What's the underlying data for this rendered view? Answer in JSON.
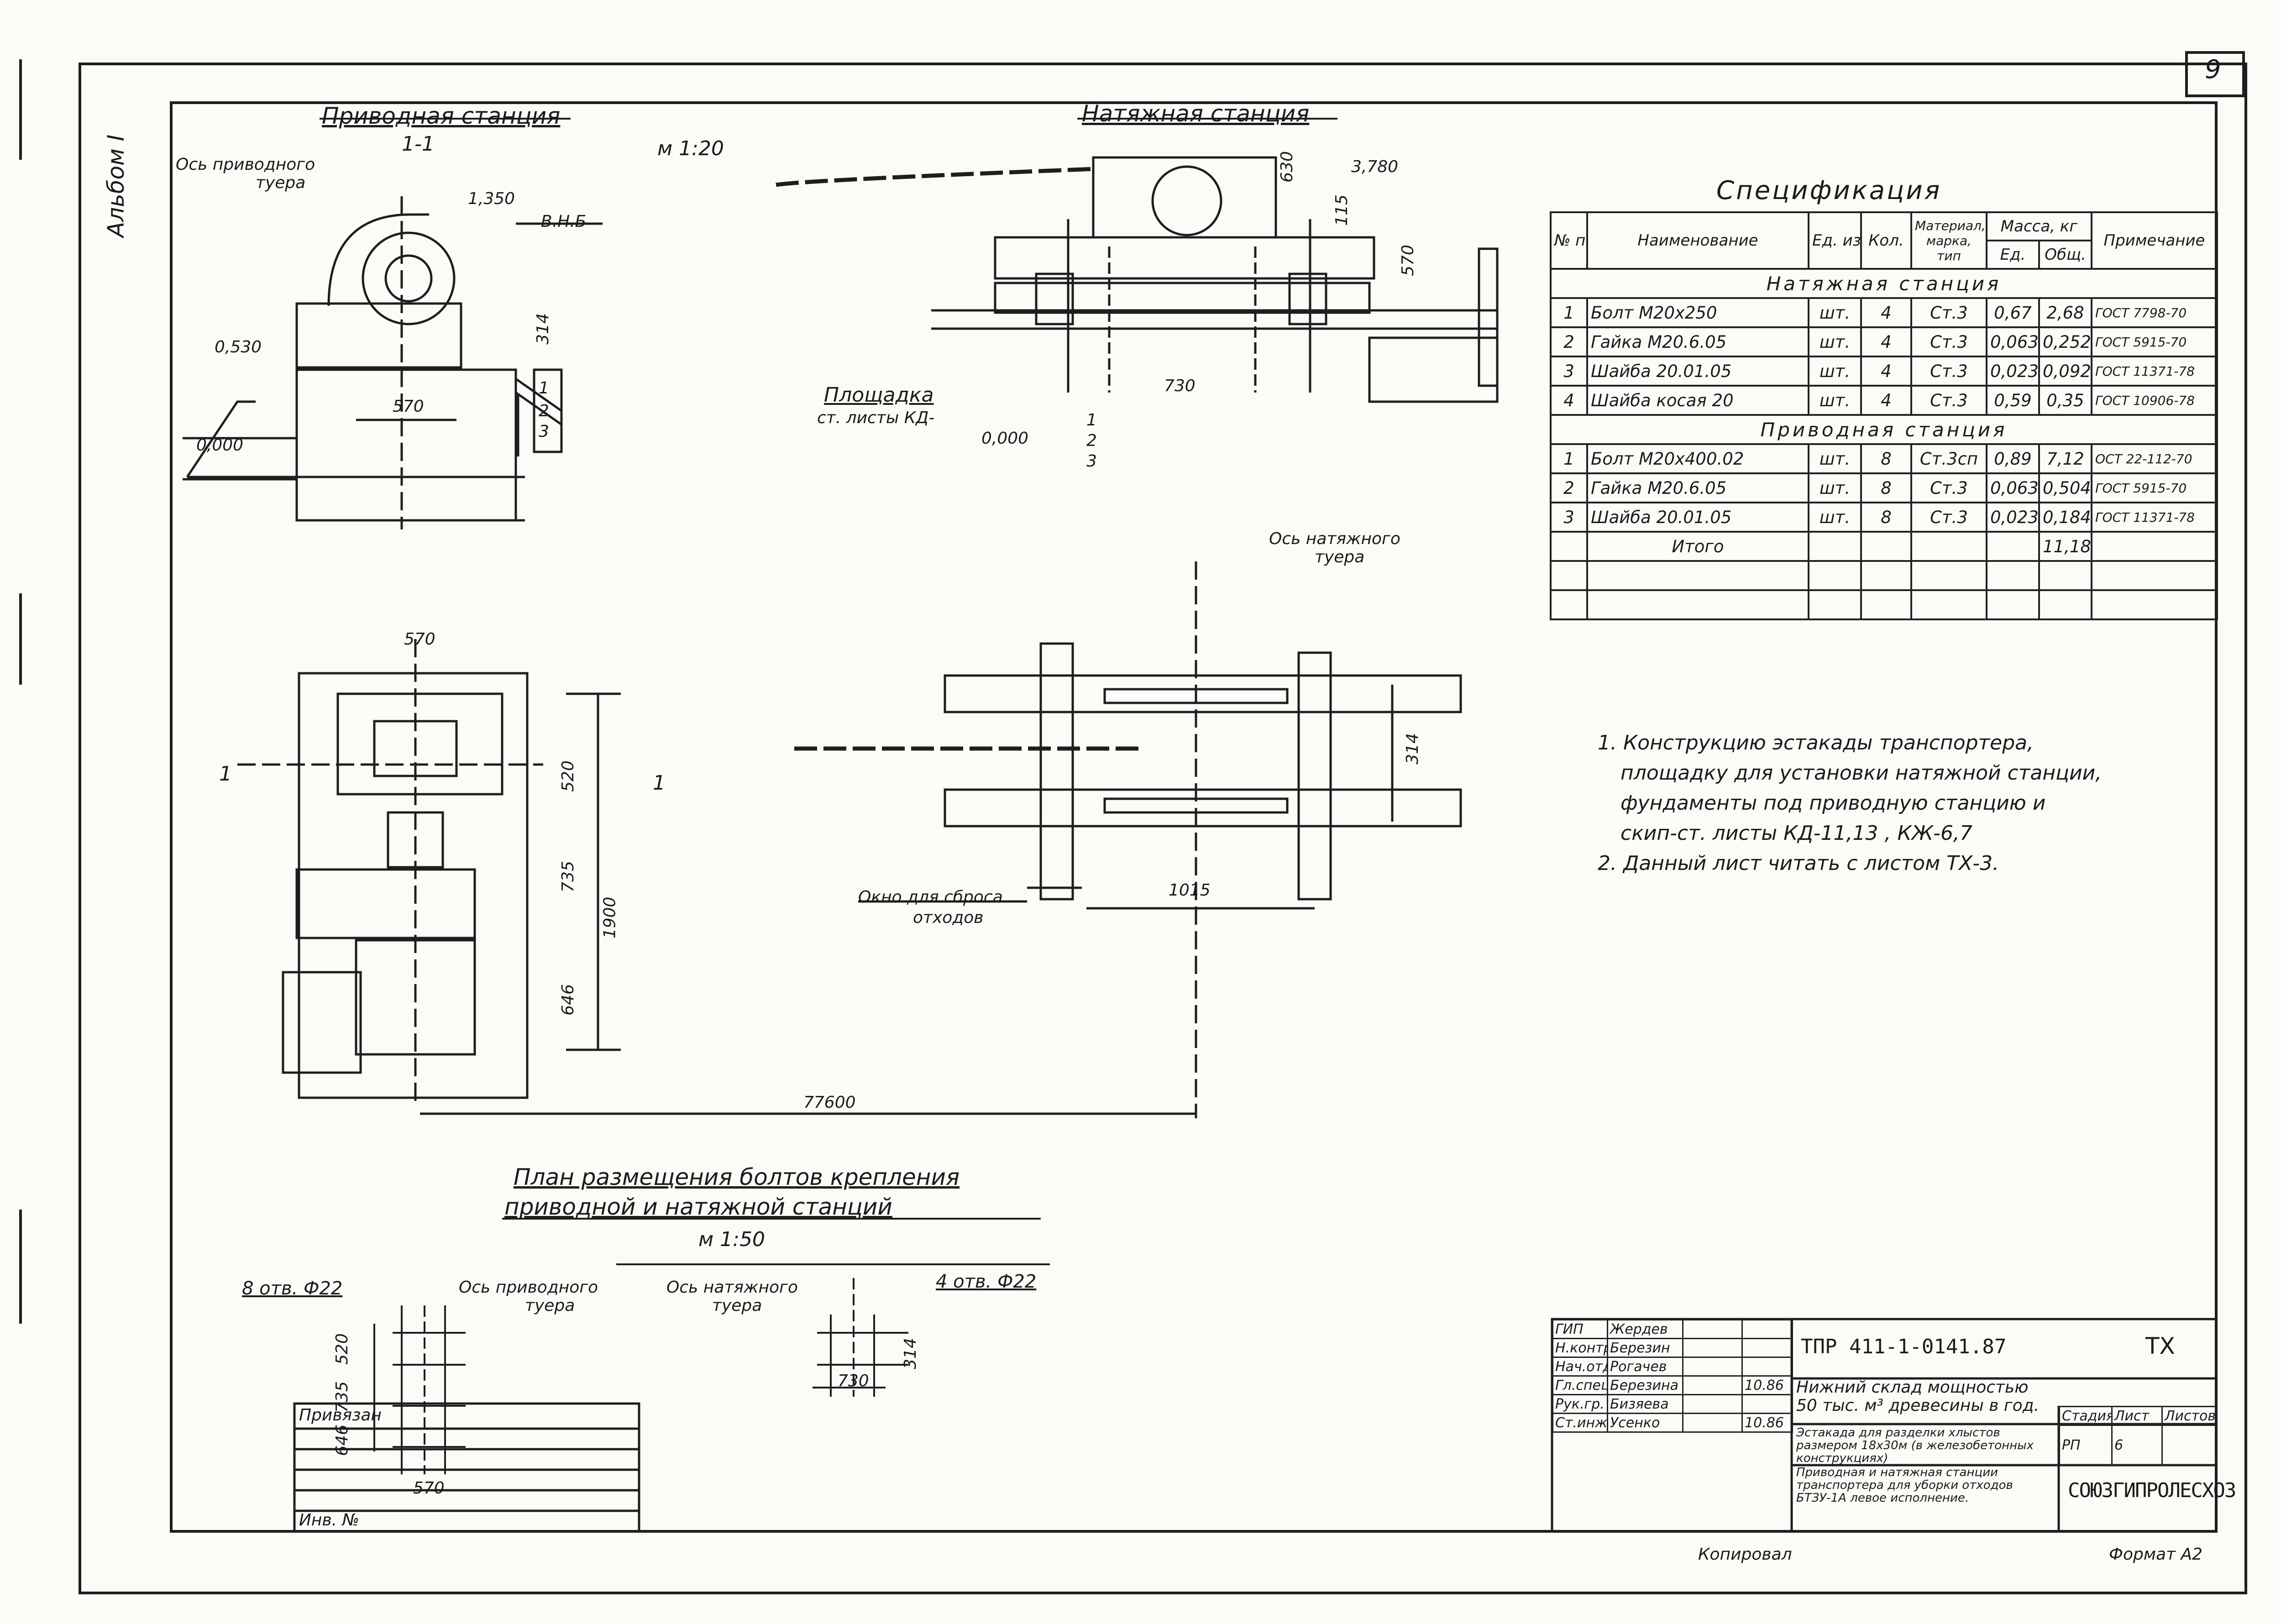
{
  "sheet_number": "9",
  "album": "Альбом I",
  "views": {
    "drive_station_title": "Приводная станция",
    "section_1_1": "1-1",
    "scale_1_20": "м 1:20",
    "drive_axis_label": [
      "Ось приводного",
      "туера"
    ],
    "dim_1350": "1,350",
    "dim_vnb": "В.Н.Б",
    "dim_0530": "0,530",
    "dim_0000_left": "0,000",
    "dim_570_section": "570",
    "dim_314_section": "314",
    "tension_station_title": "Натяжная станция",
    "dim_630": "630",
    "dim_3780": "3,780",
    "dim_115": "115",
    "dim_570_tension": "570",
    "dim_730_tension": "730",
    "platform_label": [
      "Площадка",
      "ст. листы КД-"
    ],
    "dim_0000_tension": "0,000",
    "tension_axis_label": [
      "Ось натяжного",
      "туера"
    ],
    "plan_dims": {
      "d570": "570",
      "d520": "520",
      "d735": "735",
      "d1900": "1900",
      "d646": "646",
      "d314": "314",
      "d1015": "1015",
      "d77600": "77600",
      "section_mark": "1"
    },
    "window_label": [
      "Окно для сброса",
      "отходов"
    ],
    "callouts": [
      "1",
      "2",
      "3"
    ]
  },
  "spec": {
    "title": "Спецификация",
    "headers": {
      "pos": "№ поз.",
      "name": "Наименование",
      "unit": "Ед. изм.",
      "qty": "Кол.",
      "material": "Материал, марка, тип",
      "mass": "Масса, кг",
      "mass_unit": "Ед.",
      "mass_total": "Общ.",
      "note": "Примечание"
    },
    "section_tension": "Натяжная станция",
    "section_drive": "Приводная станция",
    "rows_tension": [
      {
        "pos": "1",
        "name": "Болт М20х250",
        "unit": "шт.",
        "qty": "4",
        "mat": "Ст.3",
        "m1": "0,67",
        "m2": "2,68",
        "note": "ГОСТ 7798-70"
      },
      {
        "pos": "2",
        "name": "Гайка М20.6.05",
        "unit": "шт.",
        "qty": "4",
        "mat": "Ст.3",
        "m1": "0,063",
        "m2": "0,252",
        "note": "ГОСТ 5915-70"
      },
      {
        "pos": "3",
        "name": "Шайба 20.01.05",
        "unit": "шт.",
        "qty": "4",
        "mat": "Ст.3",
        "m1": "0,023",
        "m2": "0,092",
        "note": "ГОСТ 11371-78"
      },
      {
        "pos": "4",
        "name": "Шайба косая 20",
        "unit": "шт.",
        "qty": "4",
        "mat": "Ст.3",
        "m1": "0,59",
        "m2": "0,35",
        "note": "ГОСТ 10906-78"
      }
    ],
    "rows_drive": [
      {
        "pos": "1",
        "name": "Болт М20х400.02",
        "unit": "шт.",
        "qty": "8",
        "mat": "Ст.3сп",
        "m1": "0,89",
        "m2": "7,12",
        "note": "ОСТ 22-112-70"
      },
      {
        "pos": "2",
        "name": "Гайка М20.6.05",
        "unit": "шт.",
        "qty": "8",
        "mat": "Ст.3",
        "m1": "0,063",
        "m2": "0,504",
        "note": "ГОСТ 5915-70"
      },
      {
        "pos": "3",
        "name": "Шайба 20.01.05",
        "unit": "шт.",
        "qty": "8",
        "mat": "Ст.3",
        "m1": "0,023",
        "m2": "0,184",
        "note": "ГОСТ 11371-78"
      }
    ],
    "total_label": "Итого",
    "total_value": "11,182"
  },
  "notes": [
    "1. Конструкцию эстакады транспортера,",
    "площадку для установки натяжной станции,",
    "фундаменты под приводную станцию и",
    "скип-ст. листы КД-11,13 , КЖ-6,7",
    "2. Данный лист читать с листом ТХ-3."
  ],
  "bolt_plan": {
    "title_line1": "План размещения болтов крепления",
    "title_line2": "приводной и натяжной станций",
    "scale": "м 1:50",
    "holes_8": "8 отв. Ф22",
    "holes_4": "4 отв. Ф22",
    "drive_axis": [
      "Ось приводного",
      "туера"
    ],
    "tension_axis": [
      "Ось натяжного",
      "туера"
    ],
    "d520": "520",
    "d735": "735",
    "d646": "646",
    "d570": "570",
    "d730": "730",
    "d314": "314"
  },
  "title_block": {
    "project_code": "ТПР 411-1-0141.87",
    "mark": "ТХ",
    "roles": [
      {
        "role": "ГИП",
        "name": "Жердев"
      },
      {
        "role": "Н.контр.",
        "name": "Березин"
      },
      {
        "role": "Нач.отд.",
        "name": "Рогачев"
      },
      {
        "role": "Гл.спец.",
        "name": "Березина"
      },
      {
        "role": "Рук.гр.",
        "name": "Бизяева"
      },
      {
        "role": "Ст.инж.",
        "name": "Усенко"
      }
    ],
    "object": "Нижний склад мощностью 50 тыс. м³ древесины в год.",
    "structure": "Эстакада для разделки хлыстов размером 18х30м (в железобетонных конструкциях)",
    "sheet_title": "Приводная и натяжная станции транспортера для уборки отходов БТЗУ-1А левое исполнение.",
    "stage_h": "Стадия",
    "sheet_h": "Лист",
    "sheets_h": "Листов",
    "stage": "РП",
    "sheet": "6",
    "organization": "СОЮЗГИПРОЛЕСХОЗ",
    "privyazan": "Привязан",
    "inv": "Инв. №",
    "copied": "Копировал",
    "format": "Формат А2",
    "date": "10.86"
  }
}
